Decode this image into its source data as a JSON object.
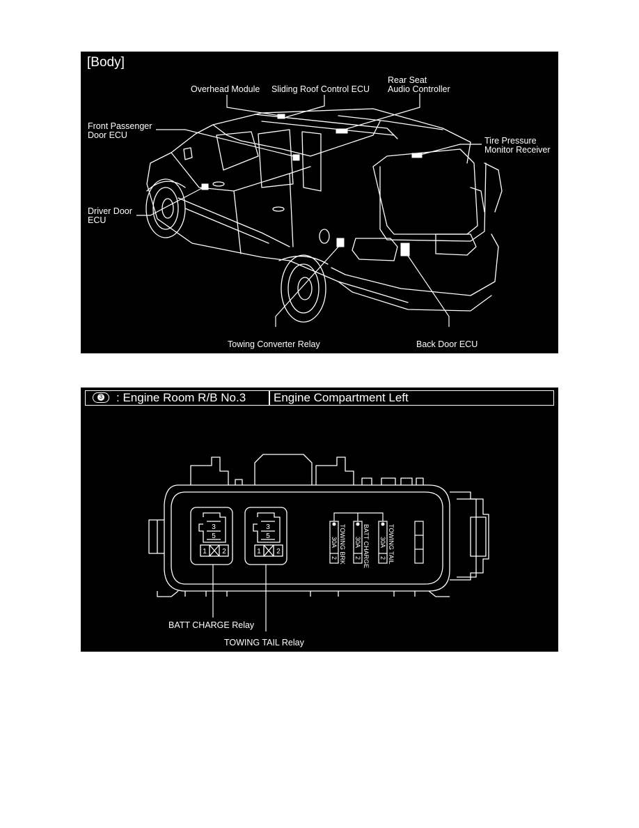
{
  "body_panel": {
    "title": "[Body]",
    "labels": {
      "overhead_module": "Overhead Module",
      "sliding_roof": "Sliding Roof Control ECU",
      "rear_seat": "Rear Seat\nAudio Controller",
      "front_passenger": "Front Passenger\nDoor ECU",
      "tire_pressure": "Tire Pressure\nMonitor Receiver",
      "driver_door": "Driver Door\nECU",
      "towing_converter": "Towing Converter Relay",
      "back_door": "Back Door ECU"
    }
  },
  "rb_panel": {
    "circle_number": "3",
    "header_left": ": Engine Room R/B No.3",
    "header_right": "Engine Compartment Left",
    "relay_pins": {
      "top": "3",
      "mid": "5",
      "left": "1",
      "right": "2"
    },
    "fuses": [
      {
        "name": "TOWING BRK",
        "amp": "30A",
        "pin": "2"
      },
      {
        "name": "BATT CHARGE",
        "amp": "30A",
        "pin": "2"
      },
      {
        "name": "TOWING TAIL",
        "amp": "30A",
        "pin": "2"
      }
    ],
    "labels": {
      "batt_charge_relay": "BATT CHARGE Relay",
      "towing_tail_relay": "TOWING TAIL Relay"
    }
  }
}
